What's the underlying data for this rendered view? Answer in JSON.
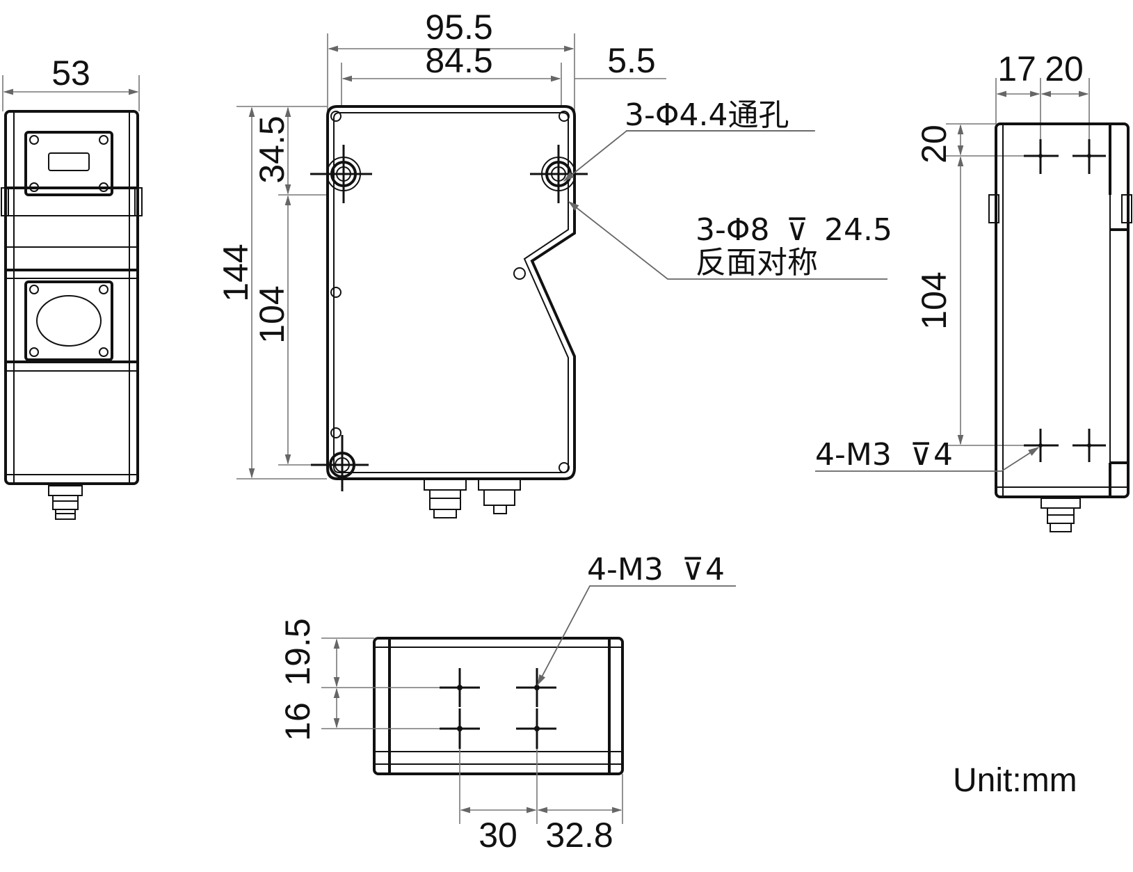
{
  "unit_label": "Unit:mm",
  "front_view": {
    "width_dim": "53"
  },
  "side_view": {
    "overall_width_dim": "95.5",
    "hole_spacing_dim": "84.5",
    "edge_offset_dim": "5.5",
    "height_dim": "144",
    "top_offset_dim": "34.5",
    "hole_pitch_dim": "104",
    "through_hole_note": "3-Φ4.4通孔",
    "counterbore_note_line1": "3-Φ8",
    "counterbore_depth": "24.5",
    "counterbore_note_line2": "反面对称"
  },
  "back_view": {
    "spacing_a_dim": "17",
    "spacing_b_dim": "20",
    "top_offset_dim": "20",
    "hole_pitch_dim": "104",
    "thread_note_prefix": "4-M3",
    "thread_note_depth": "4"
  },
  "bottom_view": {
    "thread_note_prefix": "4-M3",
    "thread_note_depth": "4",
    "top_offset_dim": "19.5",
    "row_pitch_dim": "16",
    "col_pitch_dim": "30",
    "edge_offset_dim": "32.8"
  }
}
